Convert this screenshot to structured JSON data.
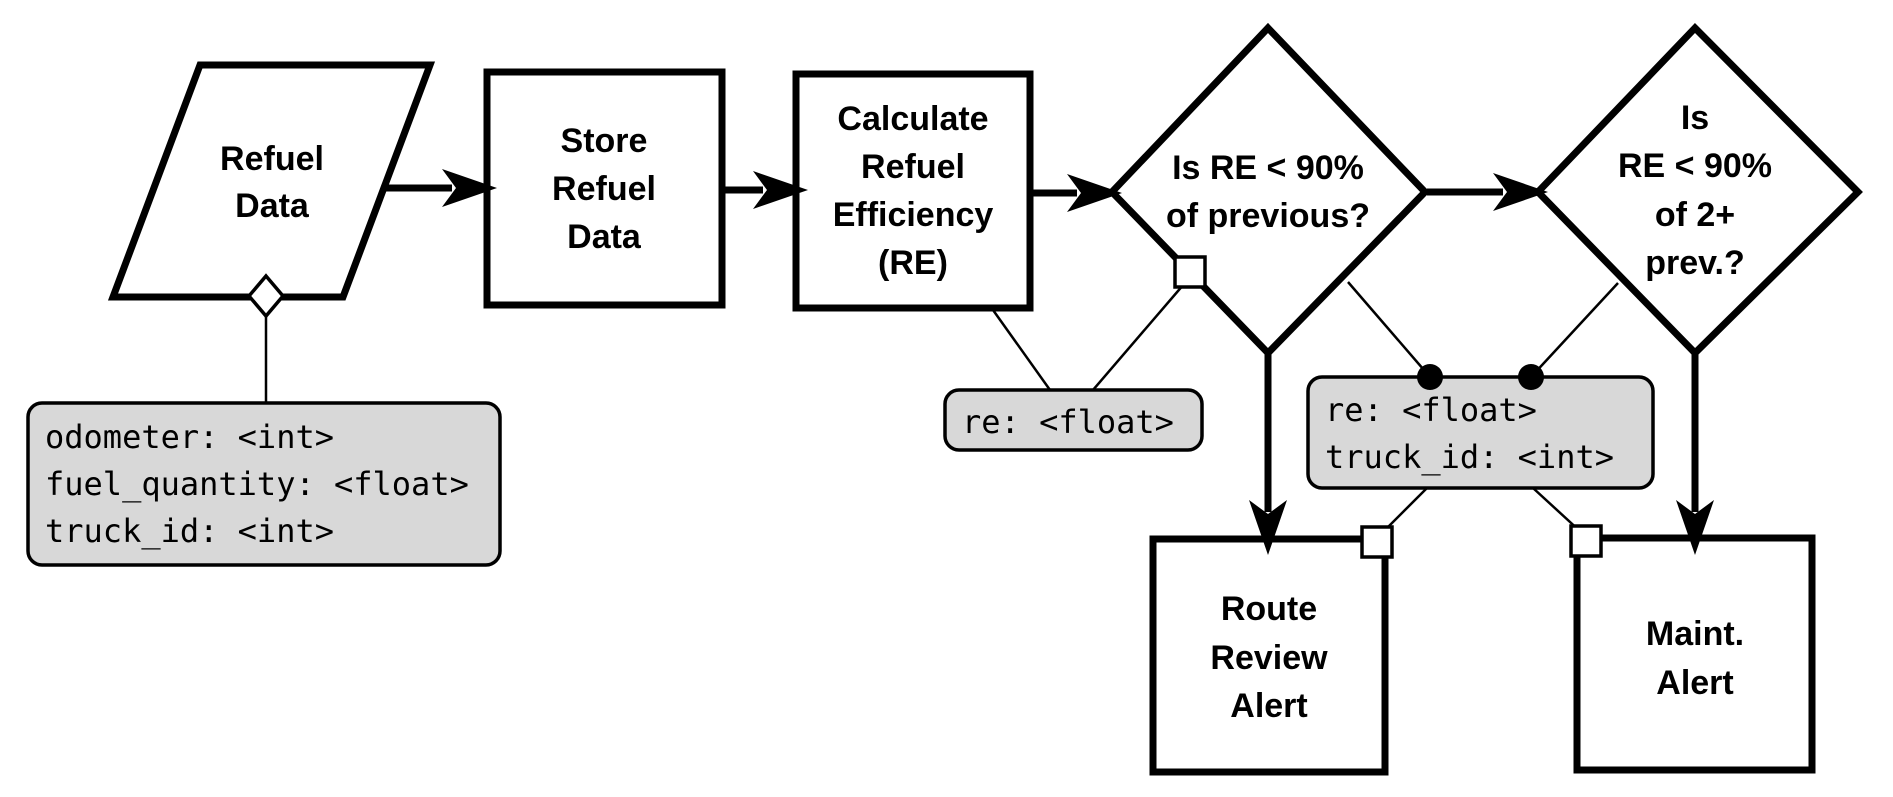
{
  "diagram": {
    "colors": {
      "background": "#ffffff",
      "line": "#000000",
      "note_fill": "#d8d8d8"
    },
    "nodes": {
      "refuel_data": {
        "shape": "parallelogram",
        "lines": [
          "Refuel",
          "Data"
        ]
      },
      "store_refuel_data": {
        "shape": "rect",
        "lines": [
          "Store",
          "Refuel",
          "Data"
        ]
      },
      "calculate_re": {
        "shape": "rect",
        "lines": [
          "Calculate",
          "Refuel",
          "Efficiency",
          "(RE)"
        ]
      },
      "decision_previous": {
        "shape": "diamond",
        "lines": [
          "Is RE < 90%",
          "of previous?"
        ]
      },
      "decision_two_prev": {
        "shape": "diamond",
        "lines": [
          "Is",
          "RE < 90%",
          "of 2+",
          "prev.?"
        ]
      },
      "route_review_alert": {
        "shape": "rect",
        "lines": [
          "Route",
          "Review",
          "Alert"
        ]
      },
      "maint_alert": {
        "shape": "rect",
        "lines": [
          "Maint.",
          "Alert"
        ]
      }
    },
    "notes": {
      "refuel_fields": {
        "lines": [
          "odometer: <int>",
          "fuel_quantity: <float>",
          "truck_id: <int>"
        ]
      },
      "re_field": {
        "lines": [
          "re: <float>"
        ]
      },
      "alert_fields": {
        "lines": [
          "re: <float>",
          "truck_id: <int>"
        ]
      }
    }
  }
}
